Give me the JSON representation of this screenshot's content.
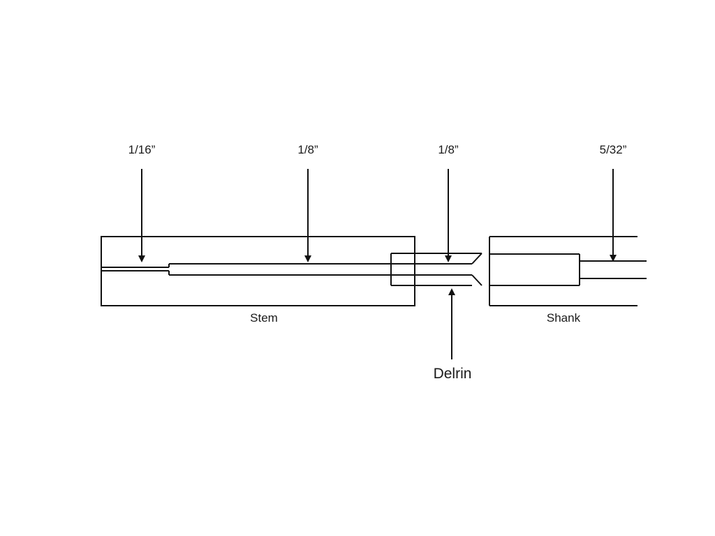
{
  "labels": {
    "dim_1_16": "1/16”",
    "dim_1_8_a": "1/8”",
    "dim_1_8_b": "1/8”",
    "dim_5_32": "5/32”",
    "stem": "Stem",
    "shank": "Shank",
    "delrin": "Delrin"
  }
}
